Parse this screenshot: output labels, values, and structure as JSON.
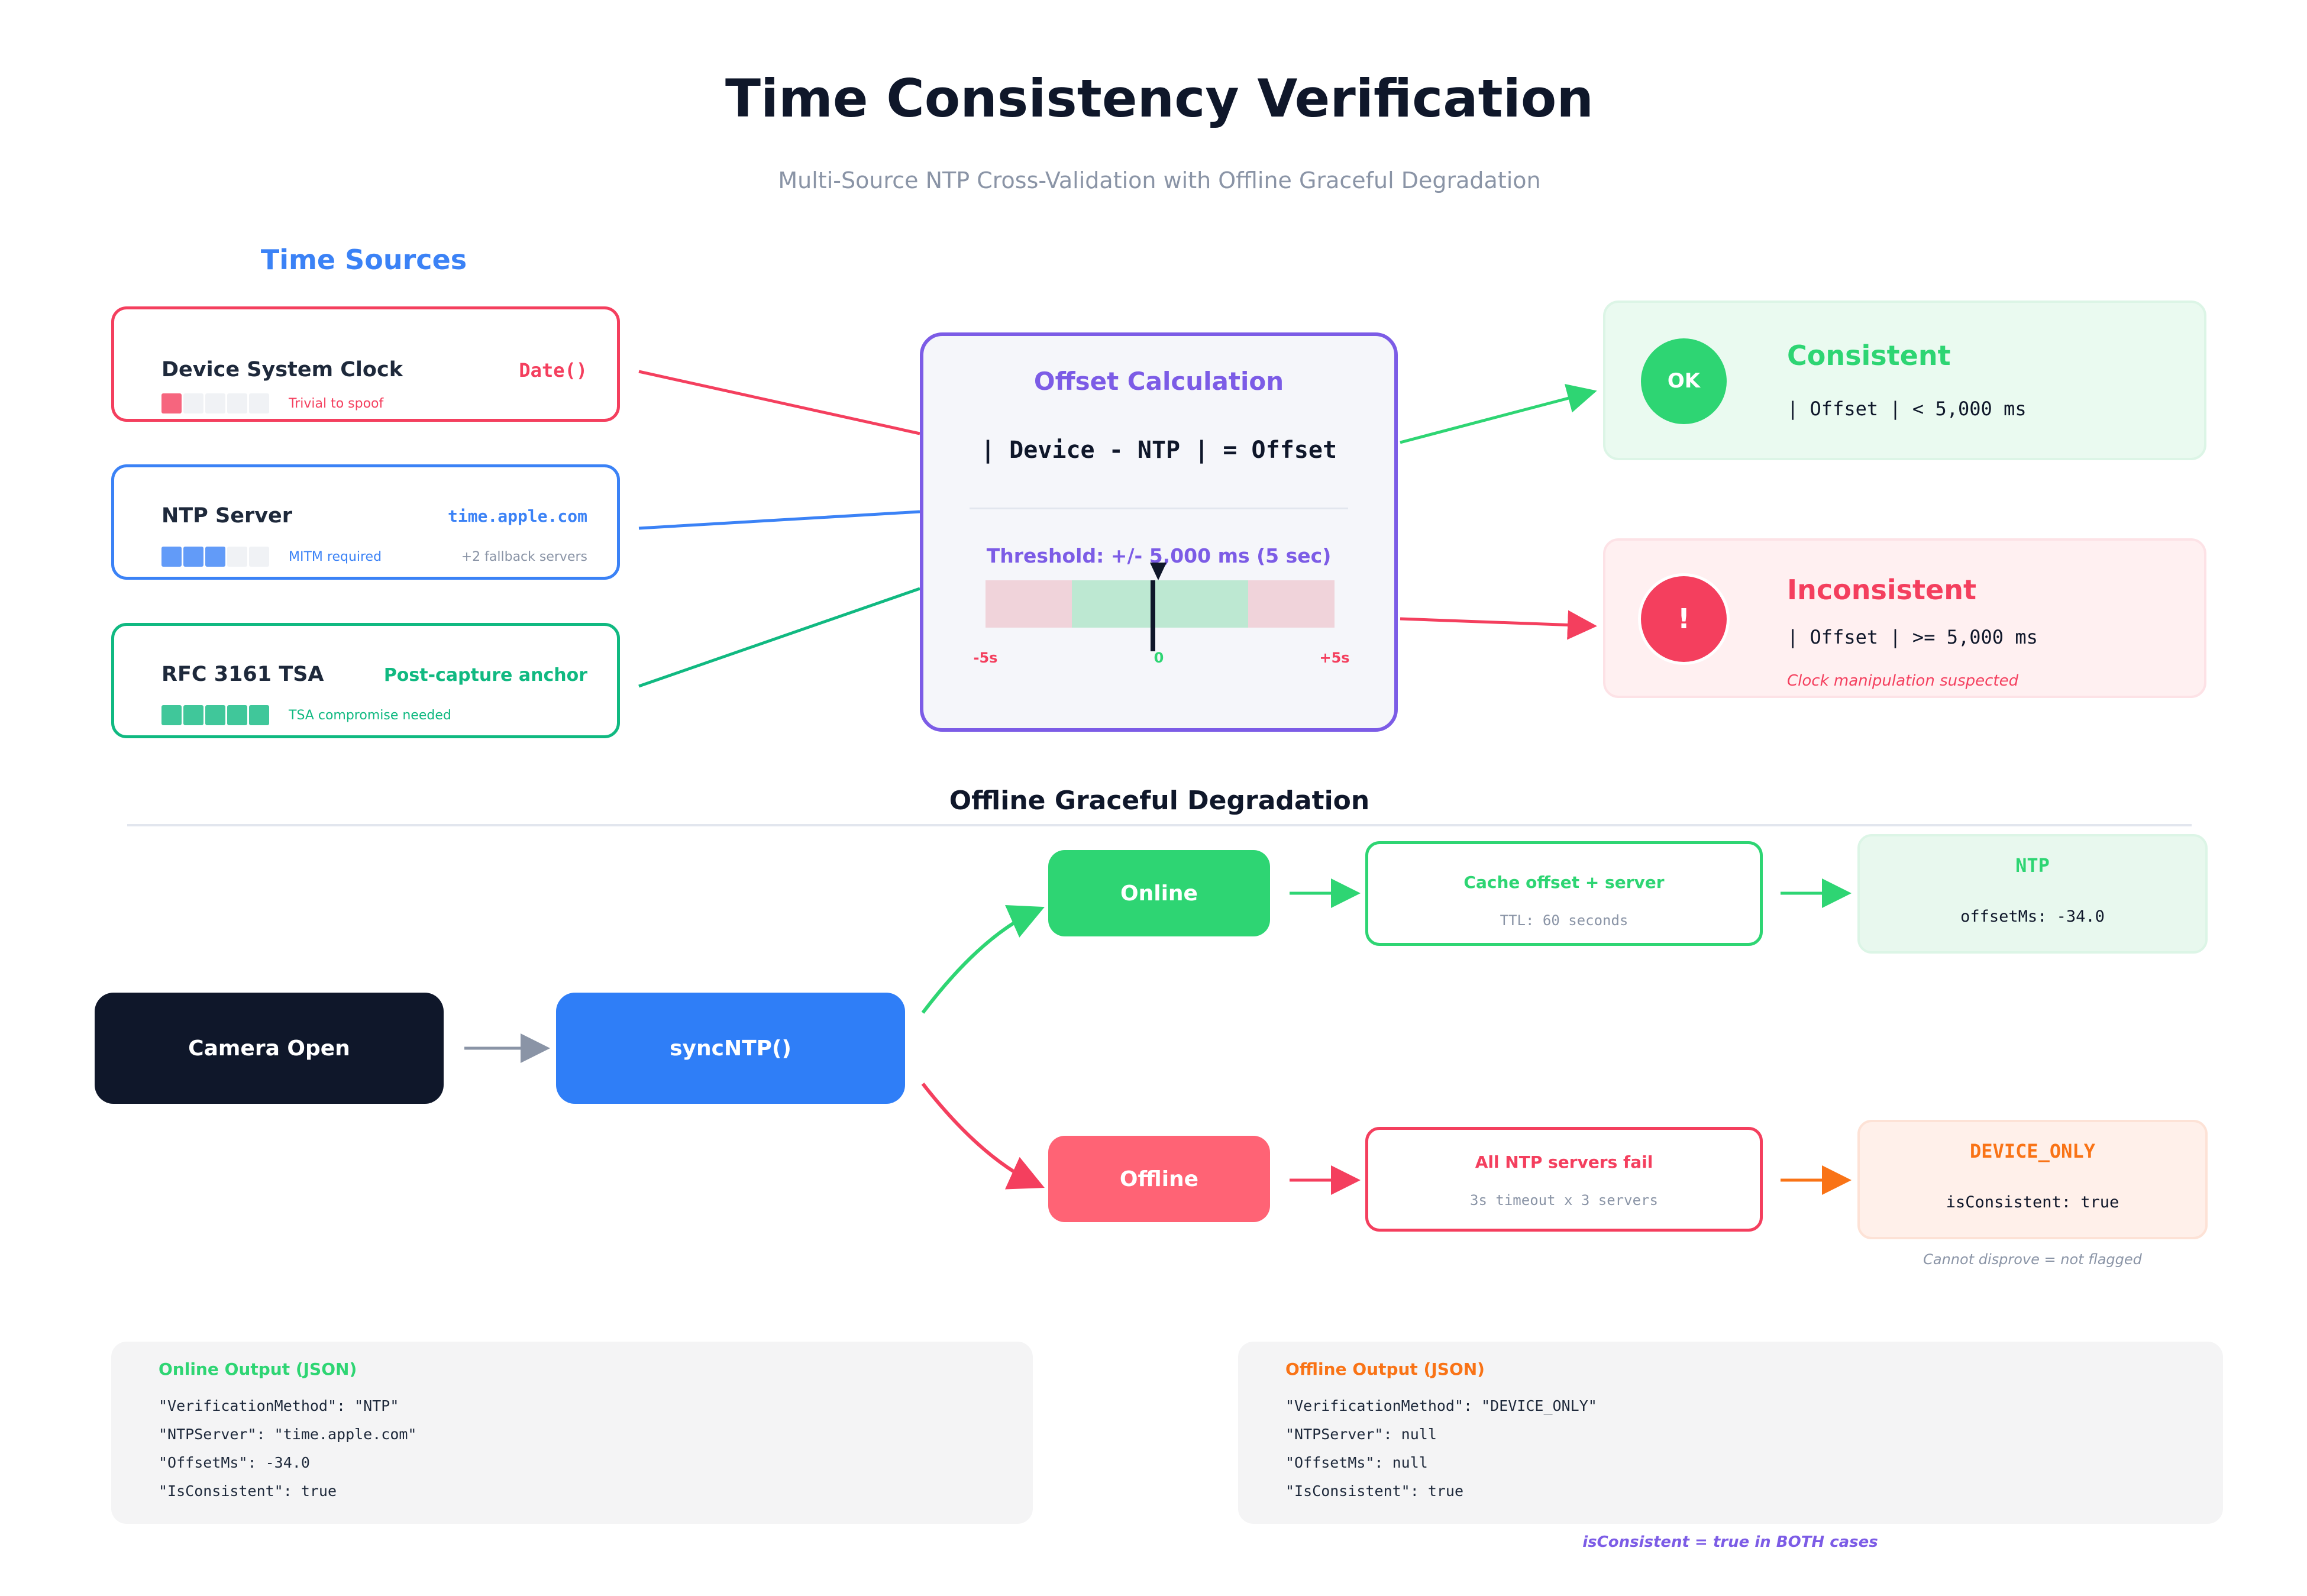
{
  "title": "Time Consistency Verification",
  "subtitle": "Multi-Source NTP Cross-Validation with Offline Graceful Degradation",
  "sources_heading": "Time Sources",
  "sources": [
    {
      "name": "Device System Clock",
      "tag": "Date()",
      "note": "Trivial to spoof",
      "extra": "",
      "strength": 1,
      "color": "#f43f5e"
    },
    {
      "name": "NTP Server",
      "tag": "time.apple.com",
      "note": "MITM required",
      "extra": "+2 fallback servers",
      "strength": 3,
      "color": "#3b82f6"
    },
    {
      "name": "RFC 3161 TSA",
      "tag": "Post-capture anchor",
      "note": "TSA compromise needed",
      "extra": "",
      "strength": 5,
      "color": "#10b981"
    }
  ],
  "offset": {
    "title": "Offset Calculation",
    "formula": "| Device - NTP | = Offset",
    "threshold": "Threshold:  +/- 5,000 ms (5 sec)",
    "tick_min": "-5s",
    "tick_zero": "0",
    "tick_max": "+5s"
  },
  "results": {
    "consistent": {
      "badge": "OK",
      "title": "Consistent",
      "rule": "| Offset | < 5,000 ms"
    },
    "inconsistent": {
      "badge": "!",
      "title": "Inconsistent",
      "rule": "| Offset | >= 5,000 ms",
      "note": "Clock manipulation suspected"
    }
  },
  "degradation": {
    "heading": "Offline Graceful Degradation",
    "camera": "Camera Open",
    "sync": "syncNTP()",
    "online": {
      "label": "Online",
      "step": "Cache offset + server",
      "step_note": "TTL: 60 seconds",
      "result_title": "NTP",
      "result_value": "offsetMs: -34.0"
    },
    "offline": {
      "label": "Offline",
      "step": "All NTP servers fail",
      "step_note": "3s timeout x 3 servers",
      "result_title": "DEVICE_ONLY",
      "result_value": "isConsistent: true",
      "result_note": "Cannot disprove = not flagged"
    }
  },
  "outputs": {
    "online": {
      "title": "Online Output (JSON)",
      "lines": [
        "\"VerificationMethod\": \"NTP\"",
        "\"NTPServer\": \"time.apple.com\"",
        "\"OffsetMs\": -34.0",
        "\"IsConsistent\": true"
      ]
    },
    "offline": {
      "title": "Offline Output (JSON)",
      "lines": [
        "\"VerificationMethod\": \"DEVICE_ONLY\"",
        "\"NTPServer\": null",
        "\"OffsetMs\": null",
        "\"IsConsistent\": true"
      ]
    },
    "footnote": "isConsistent = true in BOTH cases"
  },
  "colors": {
    "red": "#f43f5e",
    "blue": "#3b82f6",
    "teal": "#10b981",
    "green": "#2ed573",
    "purple": "#7c5ce6",
    "orange": "#f97316",
    "navy": "#0f172a"
  }
}
